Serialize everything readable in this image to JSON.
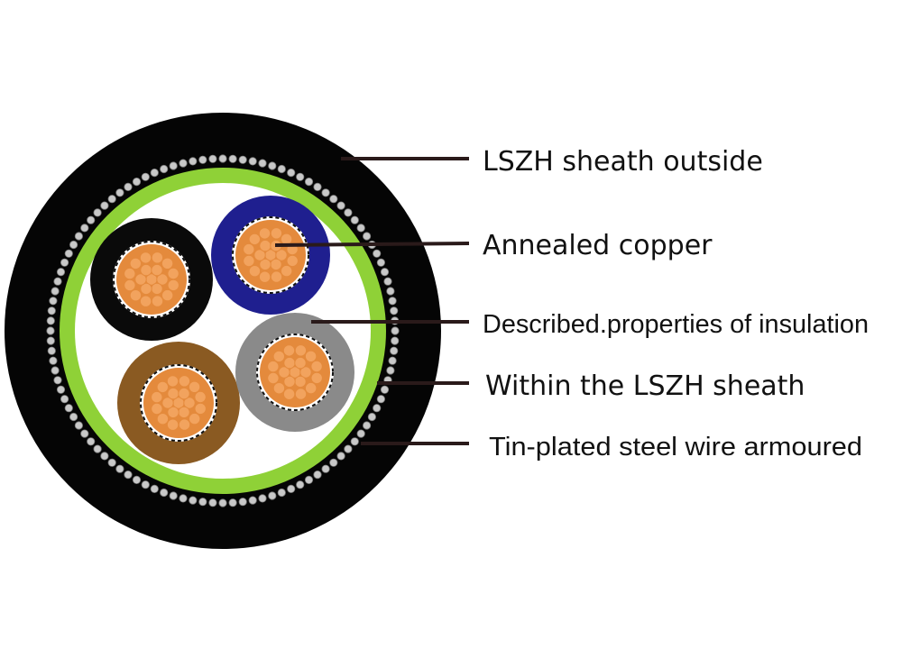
{
  "labels": {
    "outer_sheath": "LSZH sheath outside",
    "conductor": "Annealed copper",
    "insulation": "Described.properties of insulation",
    "inner_sheath": "Within the LSZH sheath",
    "armour": "Tin-plated steel wire armoured"
  },
  "colors": {
    "outer_sheath": "#050505",
    "armour_bead": "#c8c8c8",
    "inner_sheath": "#8fd137",
    "filler": "#ffffff",
    "copper": "#f2a35e",
    "copper_dark": "#e48a3c",
    "core_black": "#0a0a0a",
    "core_blue": "#1f1f8f",
    "core_brown": "#8a5a22",
    "core_grey": "#8a8a8a",
    "leader": "#2a1a1a"
  },
  "cores": [
    {
      "insulation": "black",
      "label_ref": null
    },
    {
      "insulation": "blue",
      "label_ref": "conductor"
    },
    {
      "insulation": "brown",
      "label_ref": null
    },
    {
      "insulation": "grey",
      "label_ref": "insulation"
    }
  ]
}
